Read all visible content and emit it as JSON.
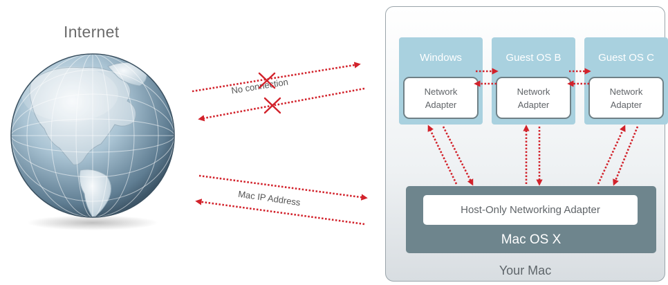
{
  "internet": {
    "label": "Internet"
  },
  "links": {
    "blocked_label": "No connection",
    "mac_ip_label": "Mac IP Address"
  },
  "mac": {
    "frame_label": "Your Mac",
    "os_label": "Mac OS X",
    "host_adapter_label": "Host-Only Networking Adapter",
    "guests": [
      {
        "name": "Windows",
        "adapter_line1": "Network",
        "adapter_line2": "Adapter"
      },
      {
        "name": "Guest OS B",
        "adapter_line1": "Network",
        "adapter_line2": "Adapter"
      },
      {
        "name": "Guest OS C",
        "adapter_line1": "Network",
        "adapter_line2": "Adapter"
      }
    ]
  },
  "colors": {
    "arrow_red": "#d2222b",
    "guest_blue": "#a9d1df",
    "os_slate": "#6e858d"
  }
}
